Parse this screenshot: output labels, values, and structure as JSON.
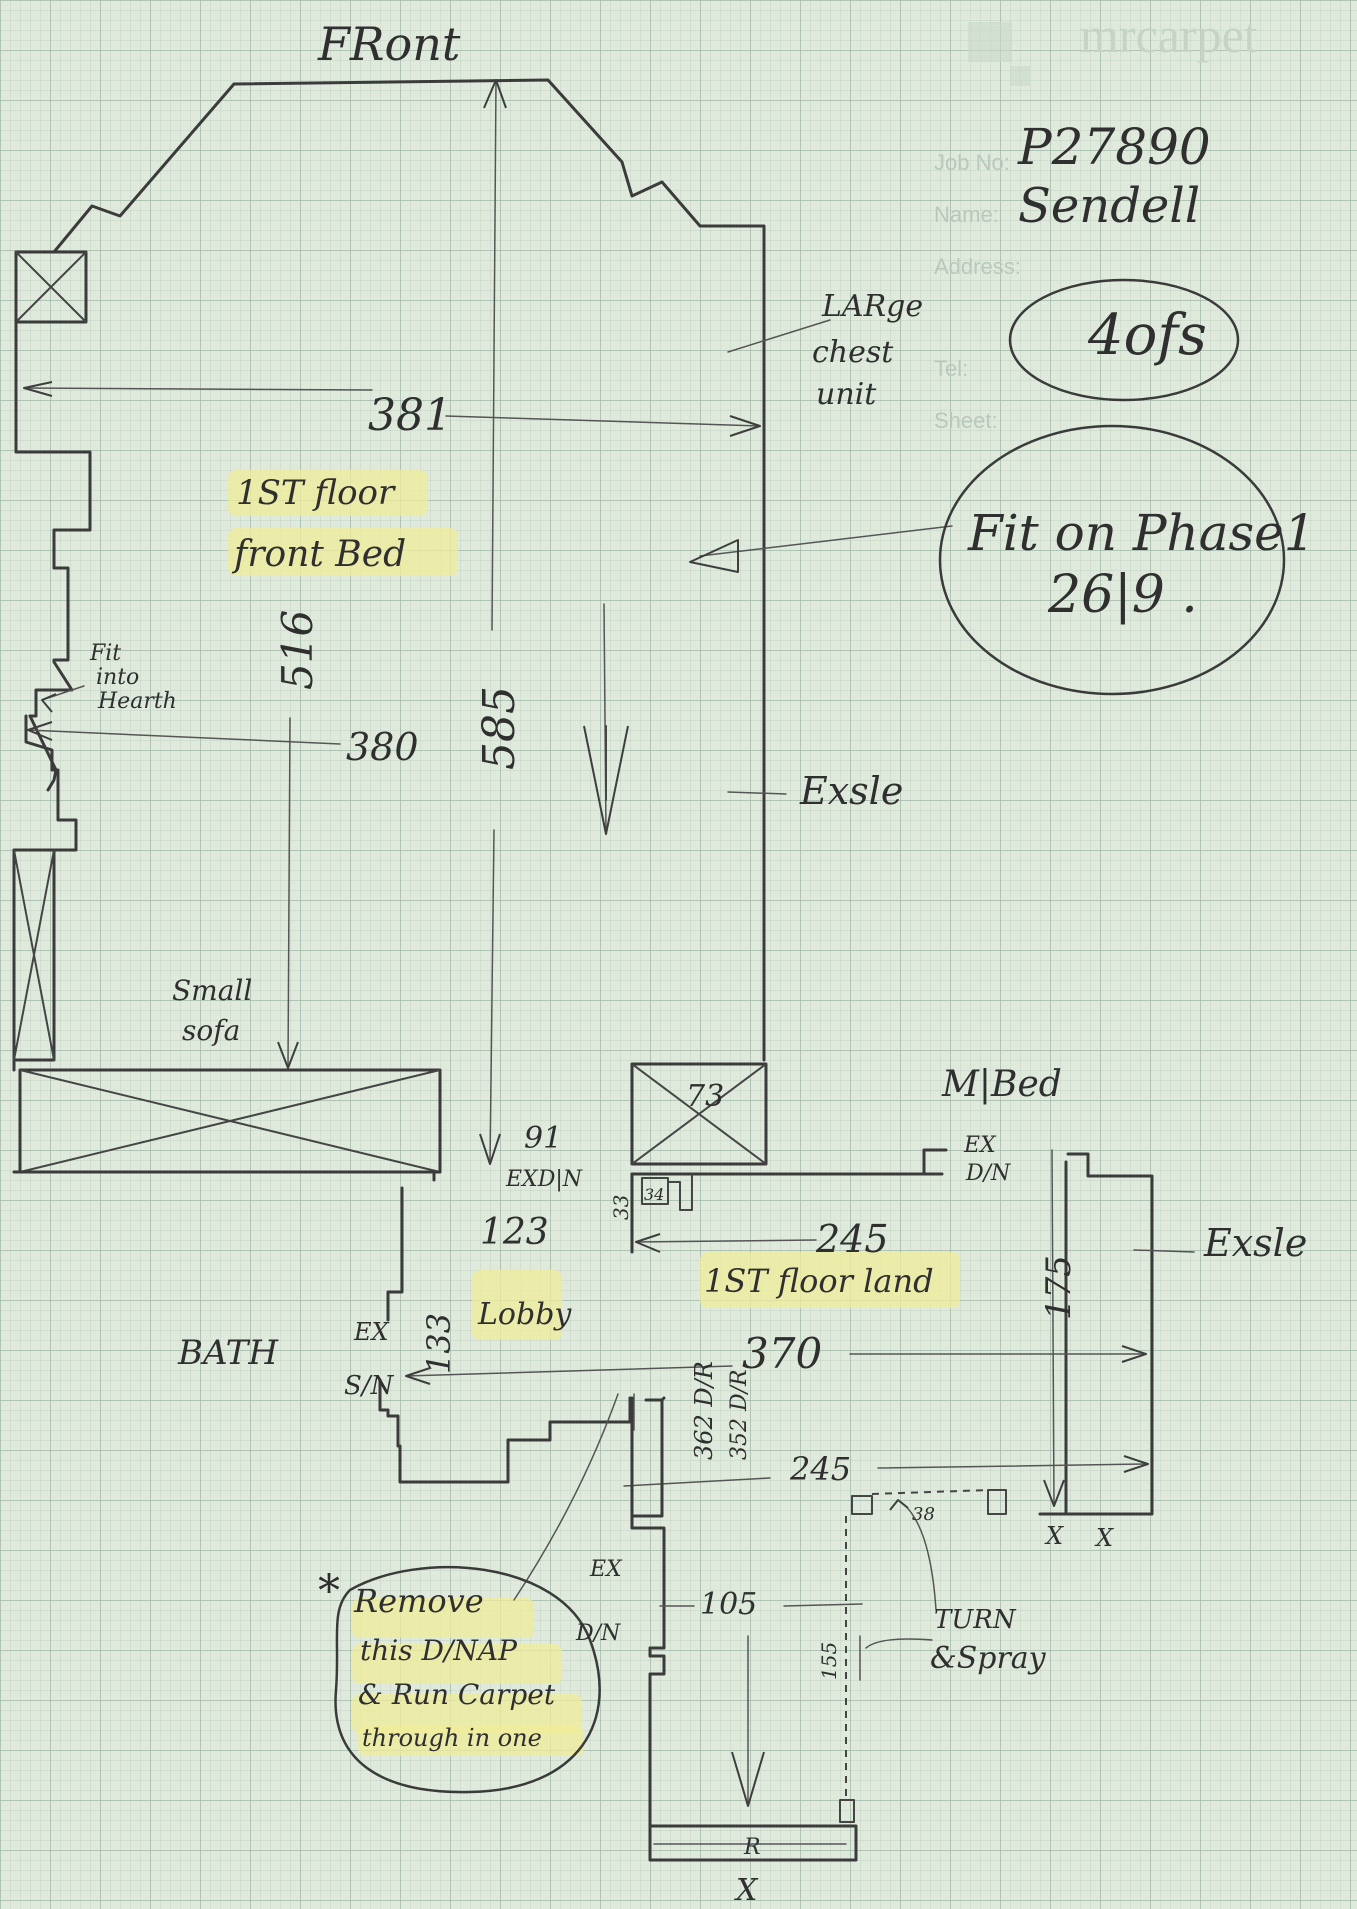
{
  "header": {
    "brand": "mrcarpet",
    "job_no": "P27890",
    "customer_name": "Sendell",
    "sheet": "4ofs",
    "fit_note_line1": "Fit on Phase1",
    "fit_note_line2": "26|9 ."
  },
  "form_labels": {
    "job_no": "Job No:",
    "name": "Name:",
    "address": "Address:",
    "tel": "Tel:",
    "sheet": "Sheet:"
  },
  "rooms": {
    "front_label": "FRont",
    "front_bed_line1": "1ST floor",
    "front_bed_line2": "front Bed",
    "lobby": "Lobby",
    "bath": "BATH",
    "master_bed": "M|Bed",
    "landing": "1ST floor land"
  },
  "notes": {
    "chest_line1": "LARge",
    "chest_line2": "chest",
    "chest_line3": "unit",
    "hearth_line1": "Fit",
    "hearth_line2": "into",
    "hearth_line3": "Hearth",
    "sofa_line1": "Small",
    "sofa_line2": "sofa",
    "exsle_1": "Exsle",
    "exsle_2": "Exsle",
    "ex_dn_1": "EXD|N",
    "ex_dn_2_line1": "EX",
    "ex_dn_2_line2": "D/N",
    "ex_sn_line1": "EX",
    "ex_sn_line2": "S/N",
    "ex_dn_3_line1": "EX",
    "ex_dn_3_line2": "D/N",
    "dr_label_1": "362 D/R",
    "dr_label_2": "352 D/R",
    "turn_spray_line1": "TURN",
    "turn_spray_line2": "&Spray",
    "remove_star": "*",
    "remove_line1": "Remove",
    "remove_line2": "this D/NAP",
    "remove_line3": "& Run Carpet",
    "remove_line4": "through in one",
    "r_mark": "R",
    "x_mark_1": "X",
    "x_mark_2": "X",
    "x_mark_3": "X"
  },
  "dimensions": {
    "d381": "381",
    "d585": "585",
    "d516": "516",
    "d380": "380",
    "d73": "73",
    "d91": "91",
    "d123": "123",
    "d33": "33",
    "d34": "34",
    "d245a": "245",
    "d133": "133",
    "d370": "370",
    "d175": "175",
    "d245b": "245",
    "d38": "38",
    "d105": "105",
    "d155": "155"
  }
}
